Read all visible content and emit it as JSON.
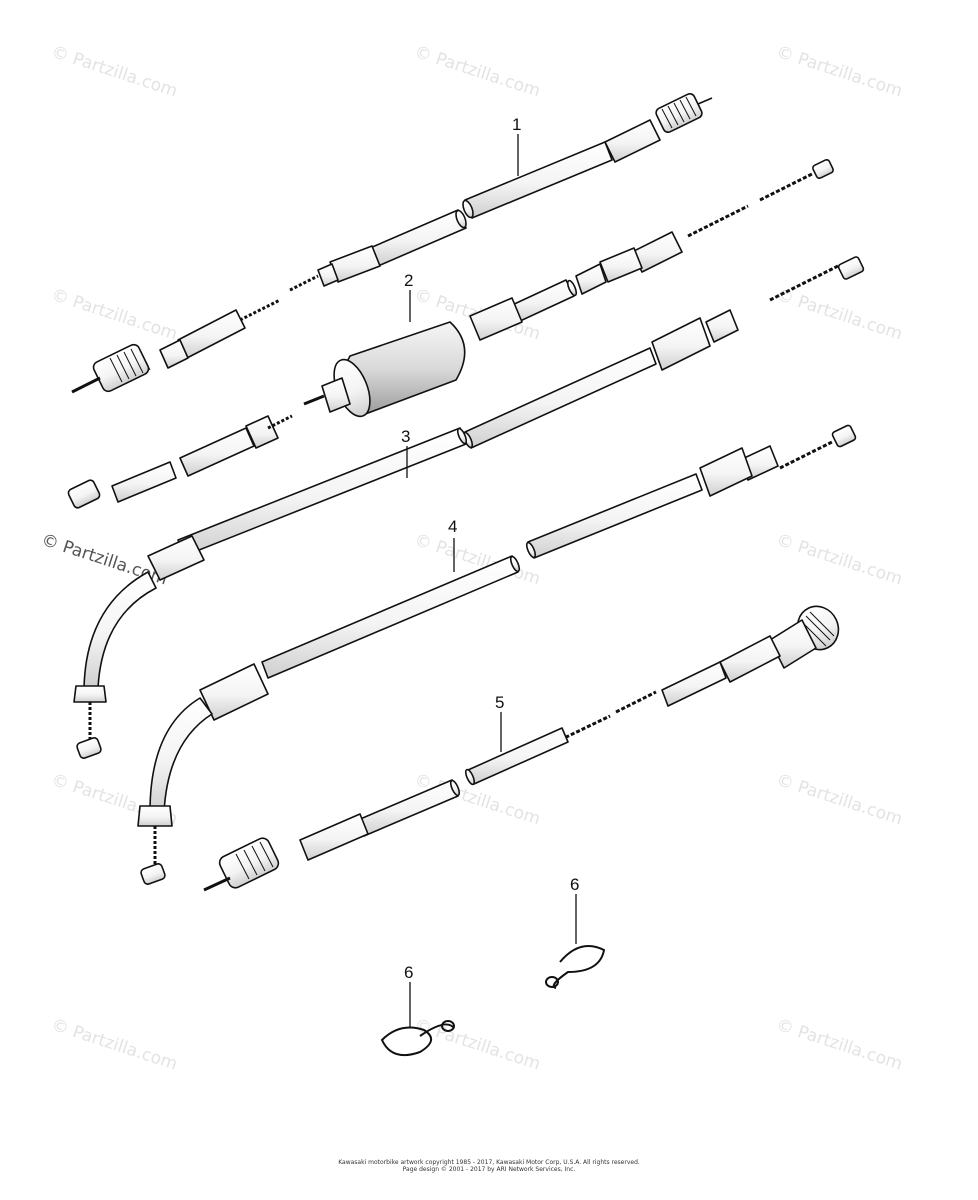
{
  "watermark": {
    "text": "© Partzilla.com"
  },
  "callouts": {
    "c1": "1",
    "c2": "2",
    "c3": "3",
    "c4": "4",
    "c5": "5",
    "c6a": "6",
    "c6b": "6"
  },
  "footer": {
    "line1": "Kawasaki motorbike artwork copyright 1985 - 2017, Kawasaki Motor Corp, U.S.A.  All rights reserved.",
    "line2": "Page design © 2001 - 2017 by ARI Network Services, Inc."
  }
}
